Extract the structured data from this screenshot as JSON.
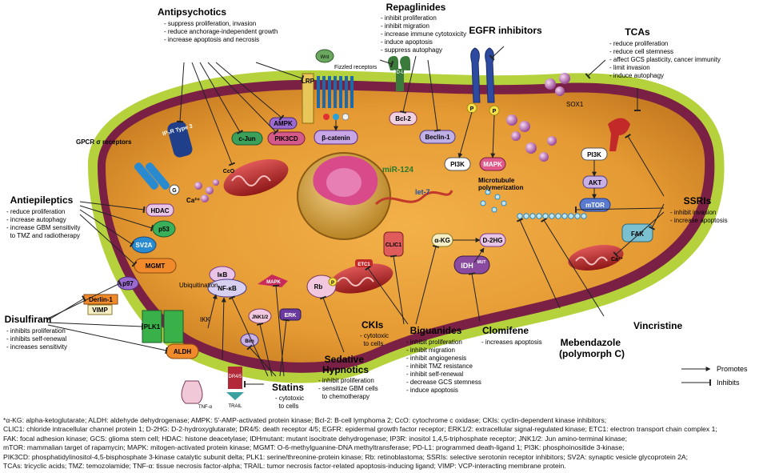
{
  "title": "",
  "colors": {
    "cell_fill": "#d38a2a",
    "cell_border": "#7a1f3a",
    "cell_outer": "#a9c93a",
    "inner_fill": "#f0b24a",
    "nucleus": "#c8932f",
    "label_bg": "#ffffff"
  },
  "drugs": {
    "antipsychotics": {
      "title": "Antipsychotics",
      "effects": [
        "- suppress proliferation, invasion",
        "- reduce anchorage-independent growth",
        "- increase apoptosis and necrosis"
      ]
    },
    "repaglinides": {
      "title": "Repaglinides",
      "effects": [
        "- inhibit proliferation",
        "- inhibit migration",
        "- increase immune cytotoxicity",
        "- induce apoptosis",
        "- suppress autophagy"
      ]
    },
    "egfr": {
      "title": "EGFR inhibitors",
      "effects": []
    },
    "tcas": {
      "title": "TCAs",
      "effects": [
        "- reduce proliferation",
        "- reduce cell stemness",
        "- affect GCS plasticity, cancer immunity",
        "- limit invasion",
        "- induce autophagy"
      ]
    },
    "antiepileptics": {
      "title": "Antiepileptics",
      "effects": [
        "- reduce proliferation",
        "- increase autophagy",
        "- increase GBM sensitivity",
        "  to TMZ and radiotherapy"
      ]
    },
    "ssris": {
      "title": "SSRIs",
      "effects": [
        "- inhibit invasion",
        "- increase apoptosis"
      ]
    },
    "disulfiram": {
      "title": "Disulfiram",
      "effects": [
        "- inhibits proliferation",
        "- inhibits self-renewal",
        "- increases sensitivity"
      ]
    },
    "statins": {
      "title": "Statins",
      "effects": [
        "- cytotoxic",
        "  to cells"
      ]
    },
    "sedative": {
      "title": "Sedative Hypnotics",
      "title_lines": [
        "Sedative",
        "Hypnotics"
      ],
      "effects": [
        "- inhibit proliferation",
        "- sensitize GBM cells",
        "  to chemotherapy"
      ]
    },
    "ckis": {
      "title": "CKIs",
      "effects": [
        "- cytotoxic",
        "  to cells"
      ]
    },
    "biguanides": {
      "title": "Biguanides",
      "effects": [
        "- inhibit proliferation",
        "- inhibit migration",
        "- inhibit angiogenesis",
        "- inhibit TMZ resistance",
        "- inhibit self-renewal",
        "- decrease GCS stemness",
        "- induce apoptosis"
      ]
    },
    "clomifene": {
      "title": "Clomifene",
      "effects": [
        "- increases apoptosis"
      ]
    },
    "mebendazole": {
      "title": "Mebendazole (polymorph C)",
      "title_lines": [
        "Mebendazole",
        "(polymorph C)"
      ],
      "effects": []
    },
    "vincristine": {
      "title": "Vincristine",
      "effects": []
    }
  },
  "molecules": {
    "gpcr": "GPCR σ receptors",
    "ip3r": "IP₃R Type 3",
    "cjun": "c-Jun",
    "pik3cd": "PIK3CD",
    "ampk": "AMPK",
    "wnt": "Wnt",
    "fizzled": "Fizzled receptors",
    "lrp": "LRP",
    "bcatenin": "β-catenin",
    "pdl1": "PD-L1",
    "bcl2": "Bcl-2",
    "beclin": "Beclin-1",
    "pi3k": "PI3K",
    "mapk": "MAPK",
    "p": "P",
    "sox1": "SOX1",
    "pi3k_r": "PI3K",
    "akt": "AKT",
    "mtor": "mTOR",
    "fak": "FAK",
    "mito_ca": "Ca²⁺",
    "coo": "CcO",
    "ca": "Ca²⁺",
    "g": "G",
    "hdac": "HDAC",
    "p53": "p53",
    "sv2a": "SV2A",
    "mgmt": "MGMT",
    "p97": "p97",
    "ubiquitination": "Ubiquitination",
    "derlin": "Derlin-1",
    "vimp": "VIMP",
    "plk1": "PLK1",
    "aldh": "ALDH",
    "tnfa": "TNF-α",
    "ikb": "IκB",
    "nfkb": "NF-κB",
    "ikk": "IKK",
    "mapk2": "MAPK",
    "jnk": "JNK1/2",
    "bim": "Bim",
    "erk": "ERK",
    "dr45": "DR4/5",
    "trail": "TRAIL",
    "rb": "Rb",
    "etc1": "ETC1",
    "clic1": "CLIC1",
    "akg": "α-KG",
    "d2hg": "D-2HG",
    "idh": "IDH",
    "idh_sup": "MUT",
    "mir124": "miR-124",
    "let7": "let-7",
    "microtubule": "Microtubule polymerization",
    "microtubule_lines": [
      "Microtubule",
      "polymerization"
    ]
  },
  "legend": {
    "promotes": "Promotes",
    "inhibits": "Inhibits"
  },
  "abbreviations": [
    "*α-KG: alpha-ketoglutarate; ALDH: aldehyde dehydrogenase; AMPK: 5'-AMP-activated protein kinase; Bcl-2: B-cell lymphoma 2; CcO: cytochrome c oxidase; CKIs: cyclin-dependent kinase inhibitors;",
    "CLIC1: chloride intracellular channel protein 1; D-2HG: D-2-hydroxyglutarate; DR4/5: death receptor 4/5; EGFR: epidermal growth factor receptor; ERK1/2: extracellular signal-regulated kinase; ETC1: electron transport chain complex 1;",
    "FAK: focal adhesion kinase; GCS: glioma stem cell; HDAC: histone deacetylase; IDHmutant: mutant isocitrate dehydrogenase; IP3R: inositol 1,4,5-triphosphate receptor; JNK1/2: Jun amino-terminal kinase;",
    "mTOR: mammalian target of rapamycin; MAPK: mitogen-activated protein kinase; MGMT: O-6-methylguanine-DNA methyltransferase; PD-L1: programmed death-ligand 1; PI3K: phosphoinositide 3-kinase;",
    "PIK3CD: phosphatidylinositol-4,5-bisphosphate 3-kinase catalytic subunit delta; PLK1: serine/threonine-protein kinase; Rb: retinoblastoma; SSRIs: selective serotonin receptor inhibitors; SV2A: synaptic vesicle glycoprotein 2A;",
    "TCAs: tricyclic acids; TMZ: temozolamide; TNF-α: tissue necrosis factor-alpha; TRAIL: tumor necrosis factor-related apoptosis-inducing ligand; VIMP: VCP-interacting membrane protein."
  ]
}
